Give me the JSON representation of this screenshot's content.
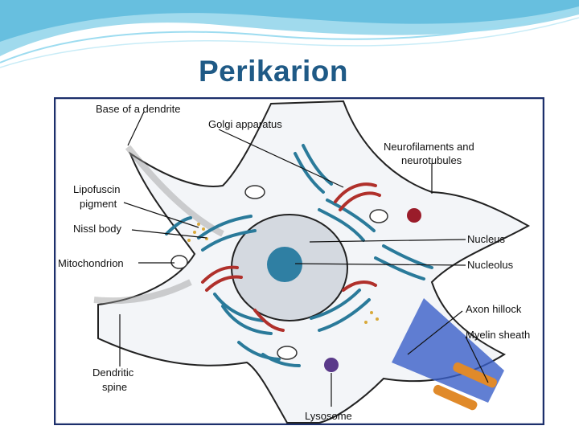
{
  "slide": {
    "title": "Perikarion"
  },
  "diagram": {
    "labels": {
      "base_dendrite": "Base of a dendrite",
      "golgi": "Golgi apparatus",
      "neurofilaments_1": "Neurofilaments and",
      "neurofilaments_2": "neurotubules",
      "lipofuscin_1": "Lipofuscin",
      "lipofuscin_2": "pigment",
      "nissl": "Nissl body",
      "mitochondrion": "Mitochondrion",
      "nucleus": "Nucleus",
      "nucleolus": "Nucleolus",
      "axon_hillock": "Axon hillock",
      "myelin": "Myelin sheath",
      "dendritic_spine_1": "Dendritic",
      "dendritic_spine_2": "spine",
      "lysosome": "Lysosome"
    },
    "colors": {
      "frame": "#1c2f6b",
      "nissl": "#2a7a9a",
      "golgi": "#b0302b",
      "nucleus": "#d4d9e0",
      "nucleolus": "#2f7fa3",
      "axon_hillock": "#3a5fc8",
      "myelin": "#e08a2a",
      "lysosome": "#5a3a8a"
    }
  }
}
